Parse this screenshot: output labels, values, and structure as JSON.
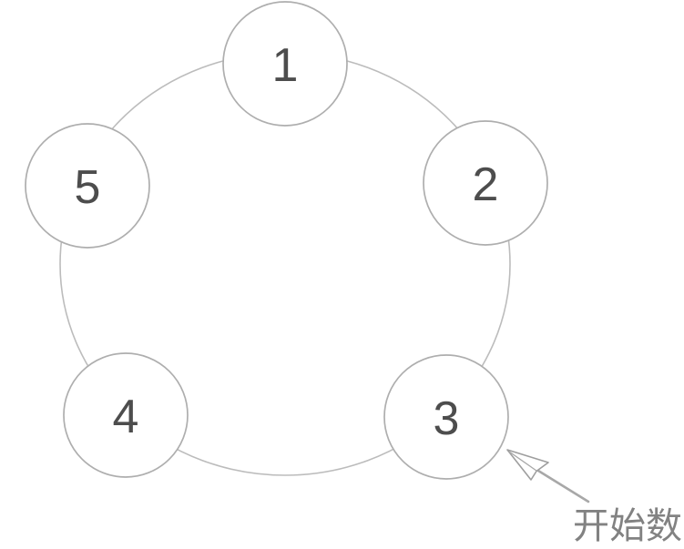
{
  "diagram": {
    "type": "circular-counting-diagram",
    "nodes": [
      {
        "label": "1"
      },
      {
        "label": "2"
      },
      {
        "label": "3"
      },
      {
        "label": "4"
      },
      {
        "label": "5"
      }
    ],
    "annotation": {
      "label": "开始数",
      "points_to_node": "3"
    },
    "colors": {
      "background": "#ffffff",
      "ring_stroke": "#bcbcbc",
      "node_stroke": "#aeaeae",
      "node_fill": "#ffffff",
      "number_text": "#4d4d4d",
      "arrow": "#a8a8a8",
      "annotation_text": "#828282"
    }
  }
}
